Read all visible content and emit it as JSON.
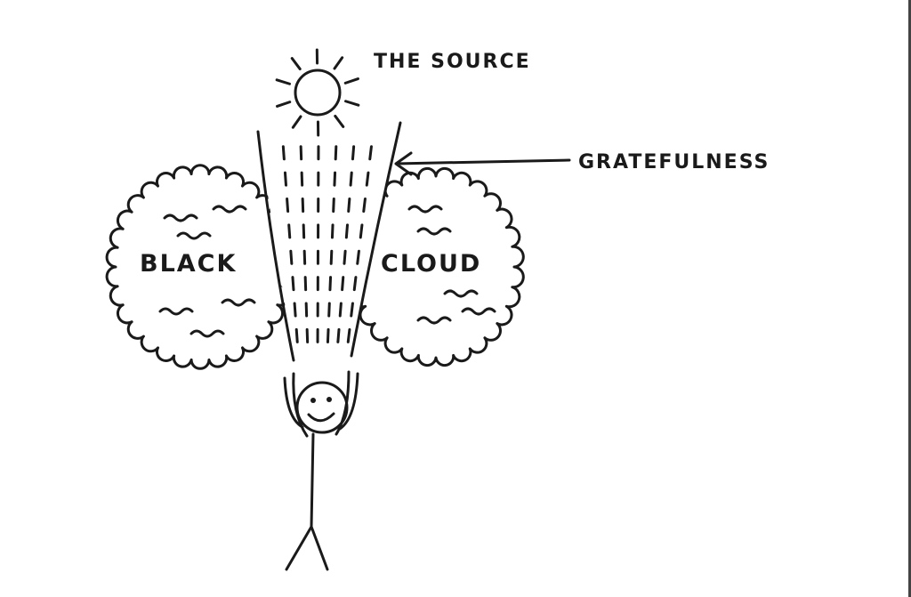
{
  "labels": {
    "source": "THE SOURCE",
    "gratefulness": "GRATEFULNESS",
    "black": "BLACK",
    "cloud": "CLOUD"
  }
}
